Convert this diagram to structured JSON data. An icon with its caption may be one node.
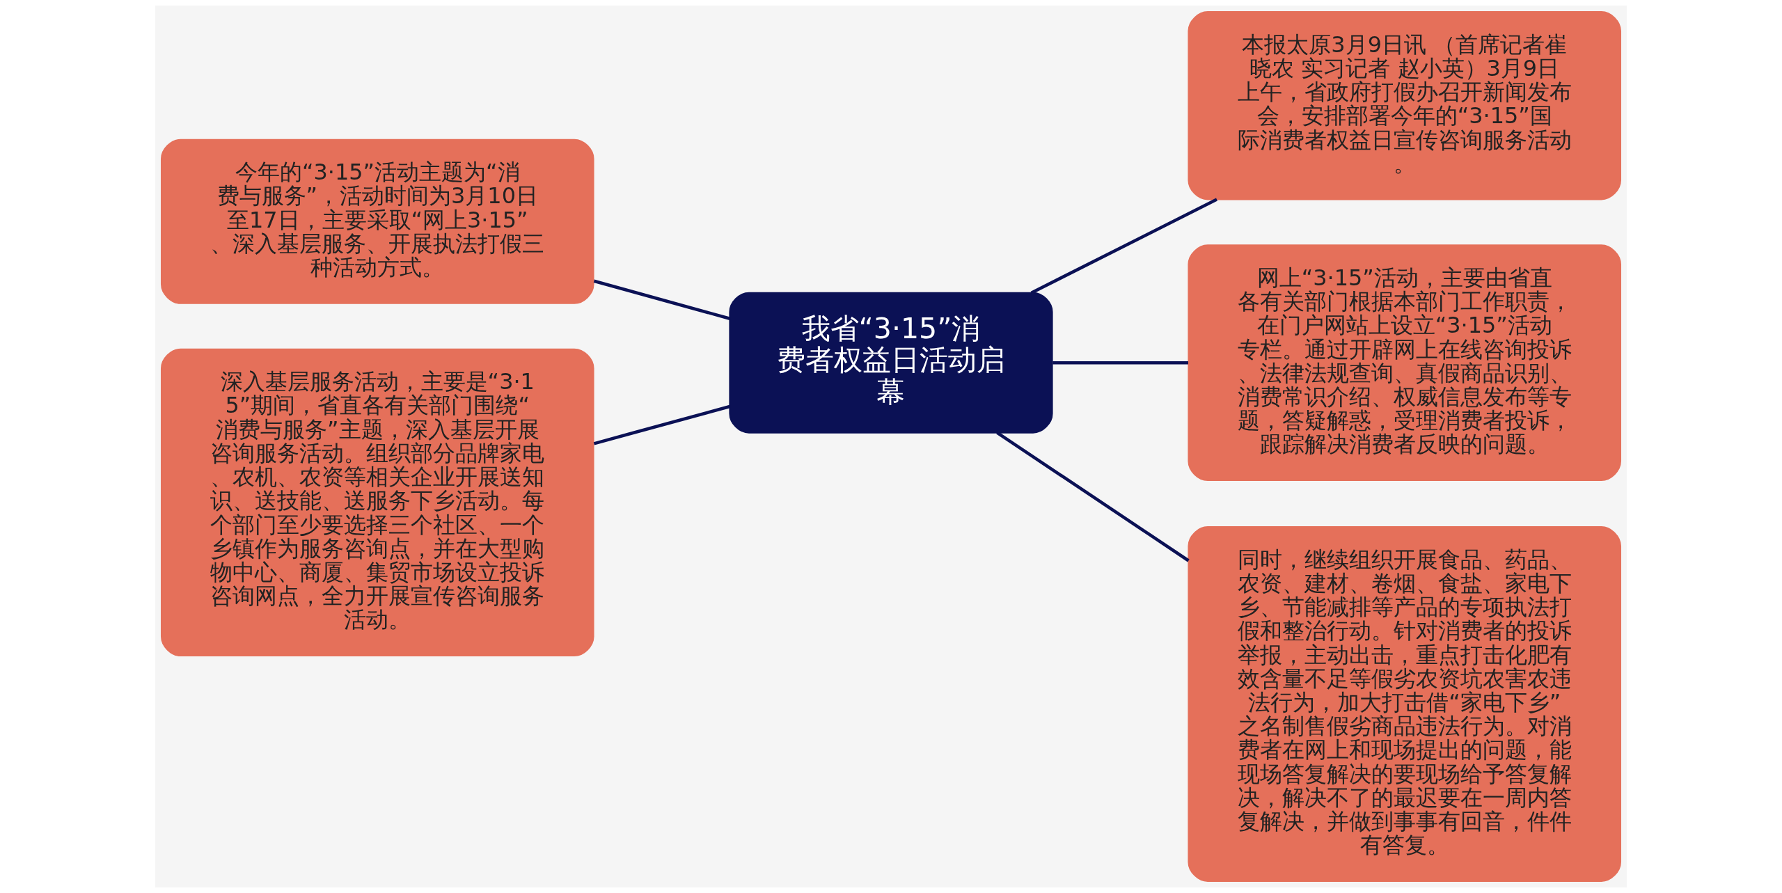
{
  "diagram": {
    "nodes": [
      {
        "text": [
          "我省“3·15”消费者权益日活动启幕"
        ]
      },
      {
        "text": [
          "本报太原3月9日讯 （首席记者崔晓农 实习记者 赵小英）3月9日上午，省政府打假办召开新闻发布会，安排部署今年的“3·15”国际消费者权益日宣传咨询服务活动。"
        ]
      },
      {
        "text": [
          "今年的“3·15”活动主题为“消费与服务”，活动时间为3月10日至17日，主要采取“网上3·15”、深入基层服务、开展执法打假三种活动方式。"
        ]
      },
      {
        "text": [
          "网上“3·15”活动，主要由省直各有关部门根据本部门工作职责，在门户网站上设立“3·15”活动专栏。通过开辟网上在线咨询投诉、法律法规查询、真假商品识别、消费常识介绍、权威信息发布等专题，答疑解惑，受理消费者投诉，跟踪解决消费者反映的问题。"
        ]
      },
      {
        "text": [
          "深入基层服务活动，主要是“3·15”期间，省直各有关部门围绕“消费与服务”主题，深入基层开展咨询服务活动。组织部分品牌家电、农机、农资等相关企业开展送知识、送技能、送服务下乡活动。每个部门至少要选择三个社区、一个乡镇作为服务咨询点，并在大型购物中心、商厦、集贸市场设立投诉咨询网点，全力开展宣传咨询服务活动。"
        ]
      },
      {
        "text": [
          "同时，继续组织开展食品、药品、农资、建材、卷烟、食盐、家电下乡、节能减排等产品的专项执法打假和整治行动。针对消费者的投诉举报，主动出击，重点打击化肥有效含量不足等假劣农资坑农害农违法行为，加大打击借“家电下乡”之名制售假劣商品违法行为。对消费者在网上和现场提出的问题，能现场答复解决的要现场给予答复解决，解决不了的最迟要在一周内答复解决，并做到事事有回音，件件有答复。"
        ]
      }
    ],
    "edges": [
      {
        "from": 0,
        "to": 1,
        "arrow": "none"
      },
      {
        "from": 0,
        "to": 2,
        "arrow": "none"
      },
      {
        "from": 0,
        "to": 3,
        "arrow": "none"
      },
      {
        "from": 0,
        "to": 4,
        "arrow": "none"
      },
      {
        "from": 0,
        "to": 5,
        "arrow": "none"
      }
    ]
  }
}
